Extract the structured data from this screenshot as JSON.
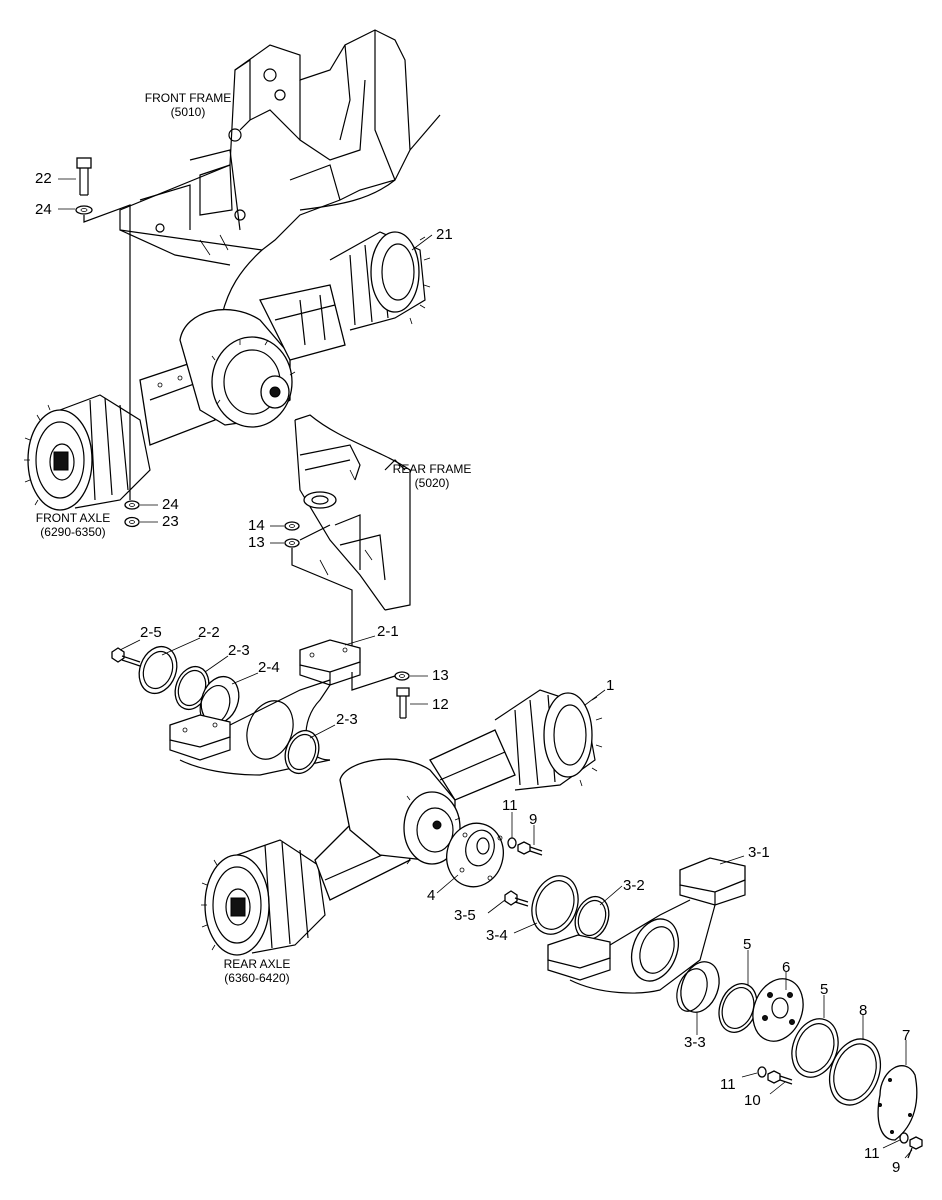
{
  "captions": {
    "front_frame": {
      "name": "FRONT FRAME",
      "code": "(5010)"
    },
    "front_axle": {
      "name": "FRONT AXLE",
      "code": "(6290-6350)"
    },
    "rear_frame": {
      "name": "REAR FRAME",
      "code": "(5020)"
    },
    "rear_axle": {
      "name": "REAR AXLE",
      "code": "(6360-6420)"
    }
  },
  "callouts": {
    "c22": "22",
    "c24a": "24",
    "c21": "21",
    "c24b": "24",
    "c23": "23",
    "c14": "14",
    "c13a": "13",
    "c2_5": "2-5",
    "c2_2": "2-2",
    "c2_3a": "2-3",
    "c2_4": "2-4",
    "c2_1": "2-1",
    "c13b": "13",
    "c12": "12",
    "c2_3b": "2-3",
    "c1": "1",
    "c11a": "11",
    "c9a": "9",
    "c4": "4",
    "c3_1": "3-1",
    "c3_5": "3-5",
    "c3_2": "3-2",
    "c3_4": "3-4",
    "c5a": "5",
    "c6": "6",
    "c5b": "5",
    "c8": "8",
    "c7": "7",
    "c3_3": "3-3",
    "c11b": "11",
    "c10": "10",
    "c11c": "11",
    "c9b": "9"
  }
}
